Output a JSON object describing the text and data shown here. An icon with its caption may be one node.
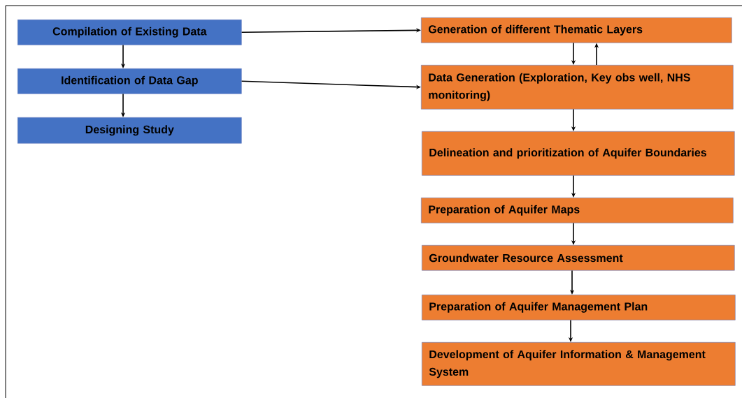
{
  "diagram": {
    "nodes": [
      {
        "text": [
          "Compilation of Existing Data"
        ]
      },
      {
        "text": [
          "Identification of Data Gap"
        ]
      },
      {
        "text": [
          "Designing Study"
        ]
      },
      {
        "text": [
          "Generation of different Thematic Layers"
        ]
      },
      {
        "text": [
          "Data Generation (Exploration, Key obs well, NHS monitoring)"
        ]
      },
      {
        "text": [
          "Delineation and prioritization of Aquifer Boundaries"
        ]
      },
      {
        "text": [
          "Preparation of Aquifer Maps"
        ]
      },
      {
        "text": [
          "Groundwater Resource Assessment"
        ]
      },
      {
        "text": [
          "Preparation of Aquifer Management Plan"
        ]
      },
      {
        "text": [
          "Development of Aquifer Information & Management System"
        ]
      }
    ],
    "edges": [
      {
        "from": 0,
        "to": 1,
        "arrow": "to"
      },
      {
        "from": 1,
        "to": 2,
        "arrow": "to"
      },
      {
        "from": 0,
        "to": 3,
        "arrow": "to"
      },
      {
        "from": 1,
        "to": 4,
        "arrow": "to"
      },
      {
        "from": 3,
        "to": 4,
        "arrow": "to"
      },
      {
        "from": 4,
        "to": 3,
        "arrow": "to"
      },
      {
        "from": 4,
        "to": 5,
        "arrow": "to"
      },
      {
        "from": 5,
        "to": 6,
        "arrow": "to"
      },
      {
        "from": 6,
        "to": 7,
        "arrow": "to"
      },
      {
        "from": 7,
        "to": 8,
        "arrow": "to"
      },
      {
        "from": 8,
        "to": 9,
        "arrow": "to"
      }
    ]
  }
}
